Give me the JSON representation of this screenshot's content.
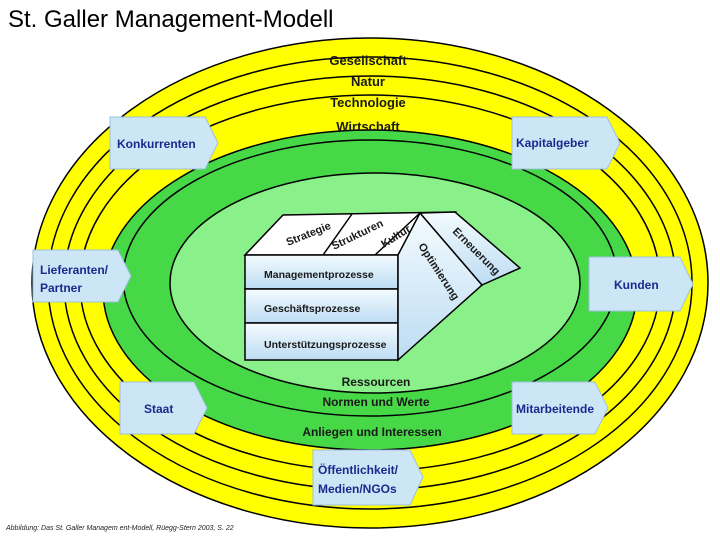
{
  "title": "St. Galler Management-Modell",
  "environment": [
    "Gesellschaft",
    "Natur",
    "Technologie",
    "Wirtschaft"
  ],
  "stakeholders": {
    "konkurrenten": "Konkurrenten",
    "kapitalgeber": "Kapitalgeber",
    "lieferanten_line1": "Lieferanten/",
    "lieferanten_line2": "Partner",
    "kunden": "Kunden",
    "staat": "Staat",
    "mitarbeitende": "Mitarbeitende",
    "oeffentlichkeit_line1": "Öffentlichkeit/",
    "oeffentlichkeit_line2": "Medien/NGOs"
  },
  "interaction_themes": [
    "Ressourcen",
    "Normen und Werte",
    "Anliegen und Interessen"
  ],
  "processes": [
    "Managementprozesse",
    "Geschäftsprozesse",
    "Unterstützungsprozesse"
  ],
  "ordering_forces": [
    "Strategie",
    "Strukturen",
    "Kultur"
  ],
  "development_modes": [
    "Erneuerung",
    "Optimierung"
  ],
  "caption": "Abbildung: Das St. Galler Managem ent-Modell, Rüegg-Stern 2003, S. 22",
  "colors": {
    "yellow": "#ffff00",
    "green_outer": "#46d846",
    "green_inner": "#8af08a",
    "box_blue": "#cde6f6",
    "text_dark": "#1a1a1a",
    "text_blue": "#1a2a8c"
  }
}
